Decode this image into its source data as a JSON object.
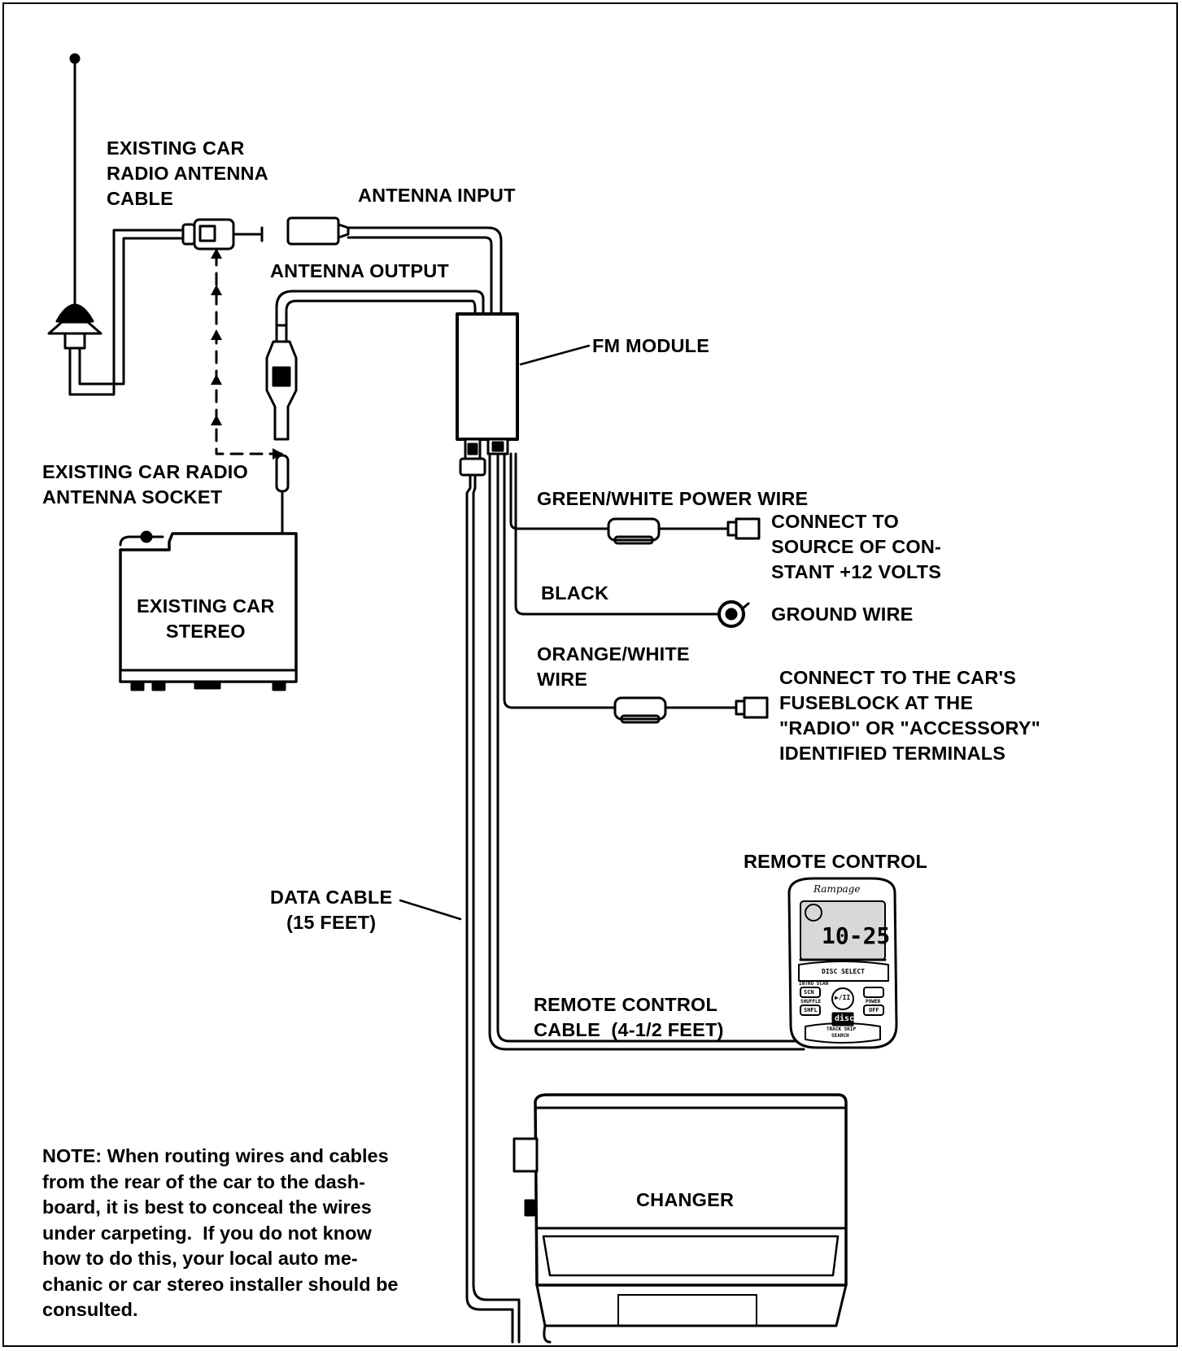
{
  "labels": {
    "existing_antenna_cable": "EXISTING CAR\nRADIO ANTENNA\nCABLE",
    "antenna_input": "ANTENNA INPUT",
    "antenna_output": "ANTENNA OUTPUT",
    "fm_module": "FM MODULE",
    "antenna_socket": "EXISTING CAR RADIO\nANTENNA SOCKET",
    "green_white_wire": "GREEN/WHITE POWER WIRE",
    "constant_12v": "CONNECT TO\nSOURCE OF CON-\nSTANT +12 VOLTS",
    "black": "BLACK",
    "ground_wire": "GROUND WIRE",
    "orange_white_wire": "ORANGE/WHITE\nWIRE",
    "fuseblock": "CONNECT TO THE CAR'S\nFUSEBLOCK AT THE\n\"RADIO\" OR \"ACCESSORY\"\nIDENTIFIED TERMINALS",
    "car_stereo": "EXISTING CAR\nSTEREO",
    "remote_control": "REMOTE CONTROL",
    "data_cable": "DATA CABLE\n(15 FEET)",
    "remote_cable": "REMOTE CONTROL\nCABLE  (4-1/2 FEET)",
    "changer": "CHANGER"
  },
  "remote": {
    "brand": "Rampage",
    "display_time": "10-25",
    "disc_select": "DISC SELECT",
    "intro_scan": "INTRO SCAN",
    "scan": "SCN",
    "shuffle": "SHUFFLE",
    "shuffle_btn": "SHFL",
    "power": "POWER",
    "off": "OFF",
    "play_pause": "▶/II",
    "disc_logo": "disc",
    "track_search": "TRACK SKIP",
    "search": "SEARCH"
  },
  "note": "NOTE: When routing wires and cables\nfrom the rear of the car to the dash-\nboard, it is best to conceal the wires\nunder carpeting.  If you do not know\nhow to do this, your local auto me-\nchanic or car stereo installer should be\nconsulted."
}
